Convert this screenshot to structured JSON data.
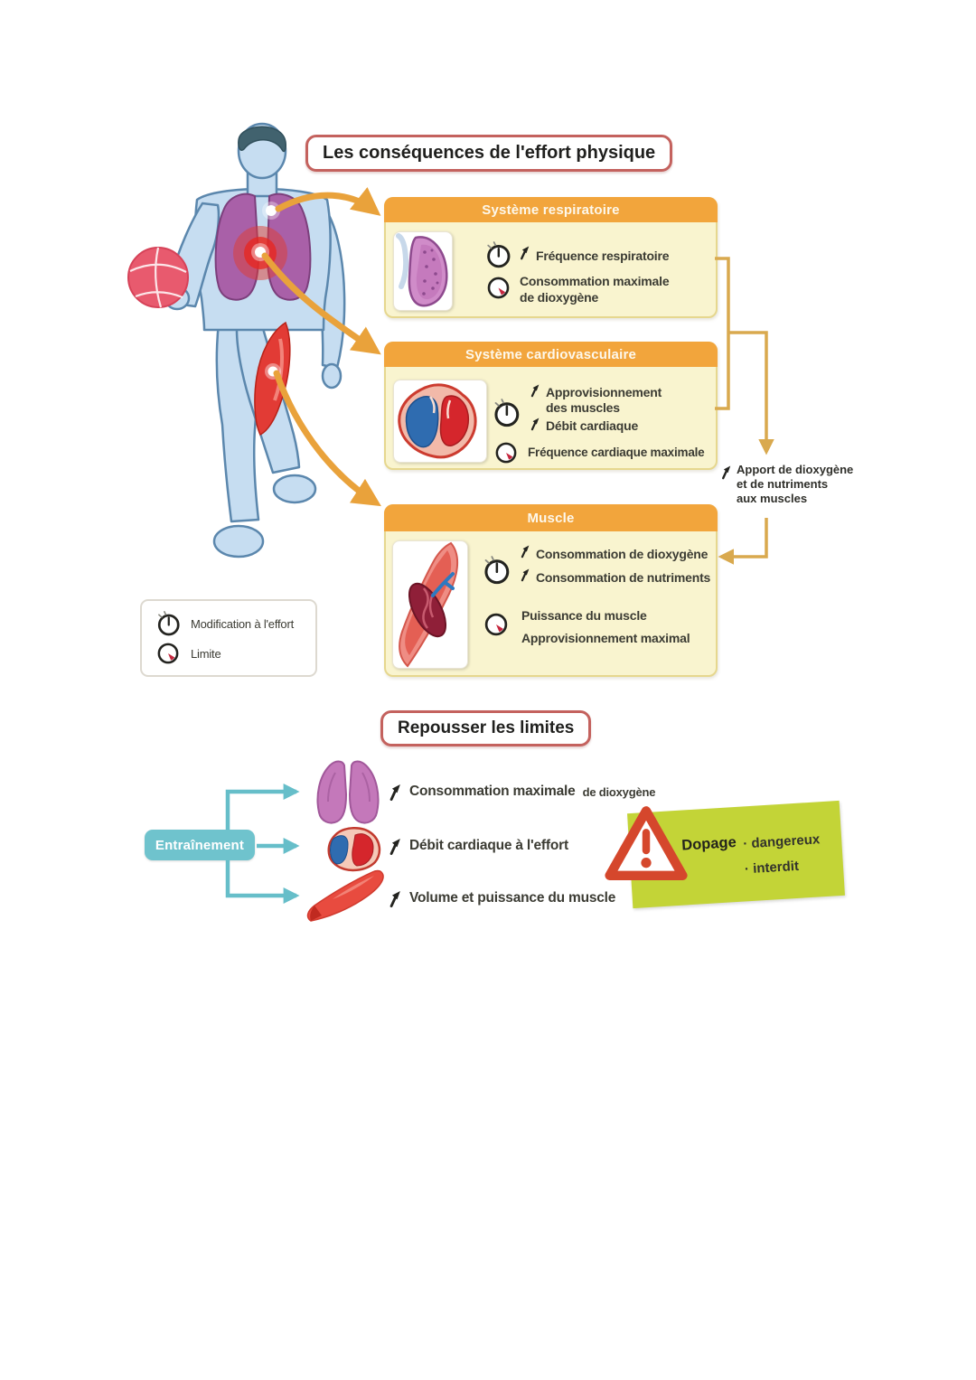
{
  "title": "Les conséquences de l'effort physique",
  "section1": {
    "respiratoire": {
      "header": "Système respiratoire",
      "clock_item": {
        "label": "Fréquence respiratoire"
      },
      "gauge_item": {
        "line1": "Consommation maximale",
        "line2": "de dioxygène"
      }
    },
    "cardiovasculaire": {
      "header": "Système cardiovasculaire",
      "clock_item": {
        "line1": "Approvisionnement",
        "line2": "des muscles",
        "line3": "Débit cardiaque"
      },
      "gauge_item": {
        "line1": "Fréquence cardiaque maximale"
      }
    },
    "muscle": {
      "header": "Muscle",
      "clock_item": {
        "line1": "Consommation de dioxygène",
        "line2": "Consommation de nutriments"
      },
      "gauge_item": {
        "line1": "Puissance du muscle",
        "line2": "Approvisionnement maximal"
      }
    },
    "legend": {
      "clock_label": "Modification à l'effort",
      "gauge_label": "Limite"
    },
    "apport": {
      "line1": "Apport de dioxygène",
      "line2": "et de nutriments",
      "line3": "aux muscles"
    }
  },
  "section2": {
    "title": "Repousser les limites",
    "entrainement": "Entraînement",
    "rows": [
      {
        "text": "Consommation maximale",
        "suffix": "de dioxygène"
      },
      {
        "text": "Débit cardiaque à l'effort",
        "suffix": ""
      },
      {
        "text": "Volume et puissance du muscle",
        "suffix": ""
      }
    ],
    "dopage": {
      "label": "Dopage",
      "bullets": [
        "· dangereux",
        "· interdit"
      ]
    }
  },
  "icons": {
    "clock": "⏱",
    "gauge": "◔",
    "up_arrow": "↗",
    "warning": "⚠"
  },
  "colors": {
    "header_orange": "#f2a53c",
    "box_yellow": "#f9f4cf",
    "box_border": "#e6d78e",
    "title_border": "#c4625e",
    "arrow_orange": "#e9a23b",
    "connector_tan": "#d9a94e",
    "teal": "#66bec9",
    "entrainement_bg": "#6fc3cd",
    "dopage_green": "#c3d437",
    "warning_red": "#d5472c",
    "gauge_red": "#c6263e"
  }
}
